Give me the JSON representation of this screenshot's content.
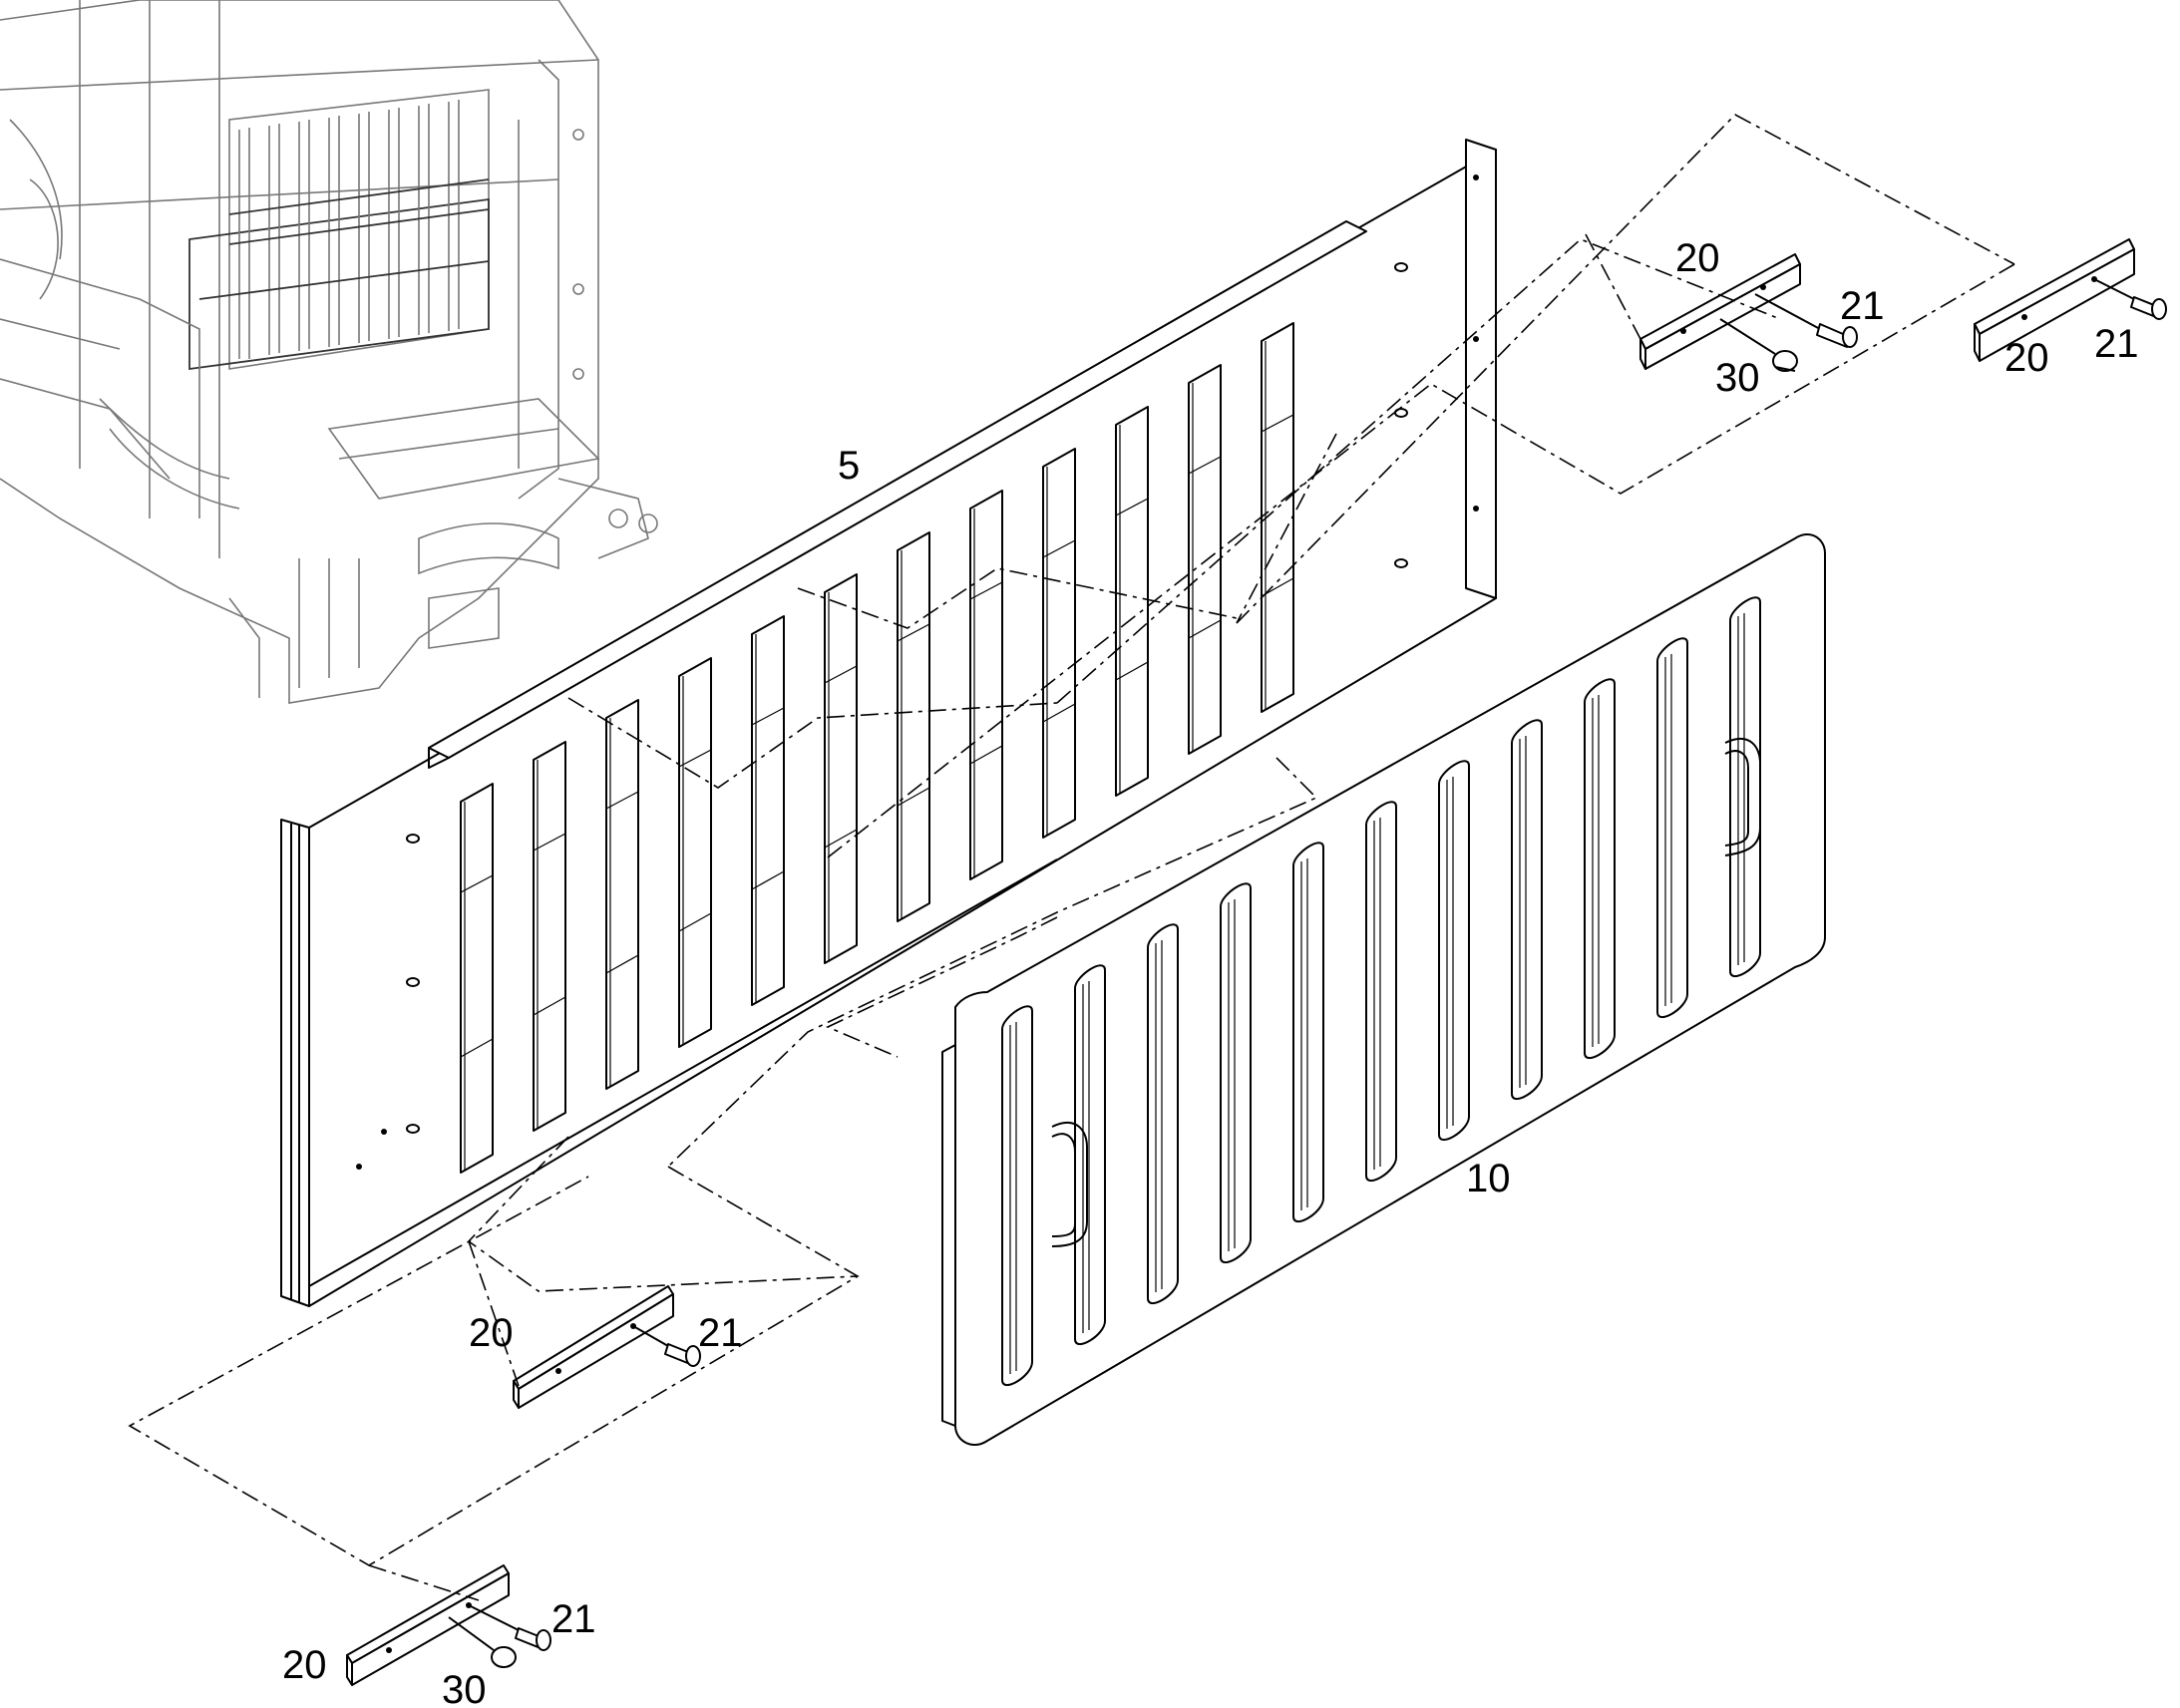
{
  "figure": {
    "type": "exploded-parts-diagram",
    "callouts": {
      "rear_panel": "5",
      "front_louver_cover": "10",
      "bracket_top_middle": "20",
      "screw_top_middle": "21",
      "pin_top_middle": "30",
      "bracket_top_right": "20",
      "screw_top_right": "21",
      "bracket_bottom_middle": "20",
      "screw_bottom_middle": "21",
      "bracket_bottom_left": "20",
      "screw_bottom_left": "21",
      "pin_bottom_left": "30"
    },
    "colors": {
      "line": "#000000",
      "machine_context": "#777777",
      "background": "#ffffff"
    }
  }
}
